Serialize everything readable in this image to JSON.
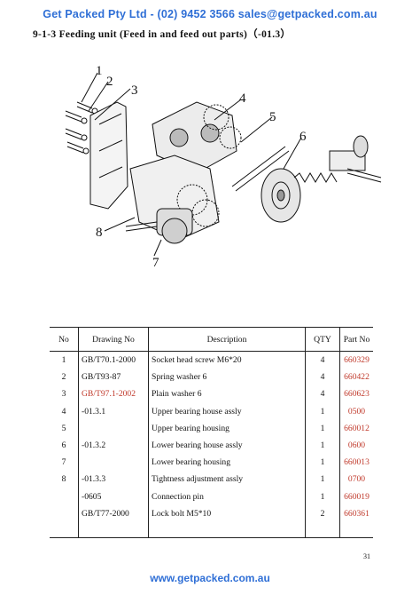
{
  "header": {
    "text": "Get  Packed Pty  Ltd - (02) 9452 3566  sales@getpacked.com.au"
  },
  "section": {
    "title": "9-1-3 Feeding unit (Feed in and feed out parts)（-01.3）"
  },
  "figure": {
    "callouts": [
      "1",
      "2",
      "3",
      "4",
      "5",
      "6",
      "7",
      "8"
    ]
  },
  "table": {
    "headers": [
      "No",
      "Drawing No",
      "Description",
      "QTY",
      "Part No"
    ],
    "rows": [
      {
        "no": "1",
        "drawing": "GB/T70.1-2000",
        "description": "Socket head screw M6*20",
        "qty": "4",
        "part": "660329"
      },
      {
        "no": "2",
        "drawing": "GB/T93-87",
        "description": "Spring washer 6",
        "qty": "4",
        "part": "660422"
      },
      {
        "no": "3",
        "drawing": "GB/T97.1-2002",
        "description": "Plain washer 6",
        "qty": "4",
        "part": "660623"
      },
      {
        "no": "4",
        "drawing": "-01.3.1",
        "description": "Upper bearing house assly",
        "qty": "1",
        "part": "0500"
      },
      {
        "no": "5",
        "drawing": "",
        "description": "Upper bearing housing",
        "qty": "1",
        "part": "660012"
      },
      {
        "no": "6",
        "drawing": "-01.3.2",
        "description": "Lower bearing house assly",
        "qty": "1",
        "part": "0600"
      },
      {
        "no": "7",
        "drawing": "",
        "description": "Lower bearing housing",
        "qty": "1",
        "part": "660013"
      },
      {
        "no": "8",
        "drawing": "-01.3.3",
        "description": "Tightness adjustment assly",
        "qty": "1",
        "part": "0700"
      },
      {
        "no": "",
        "drawing": "-0605",
        "description": "Connection pin",
        "qty": "1",
        "part": "660019"
      },
      {
        "no": "",
        "drawing": "GB/T77-2000",
        "description": "Lock bolt M5*10",
        "qty": "2",
        "part": "660361"
      }
    ]
  },
  "colors": {
    "brand_blue": "#2f6fd6",
    "part_red": "#c0392b"
  },
  "page": {
    "number": "31"
  },
  "footer": {
    "text": "www.getpacked.com.au"
  }
}
